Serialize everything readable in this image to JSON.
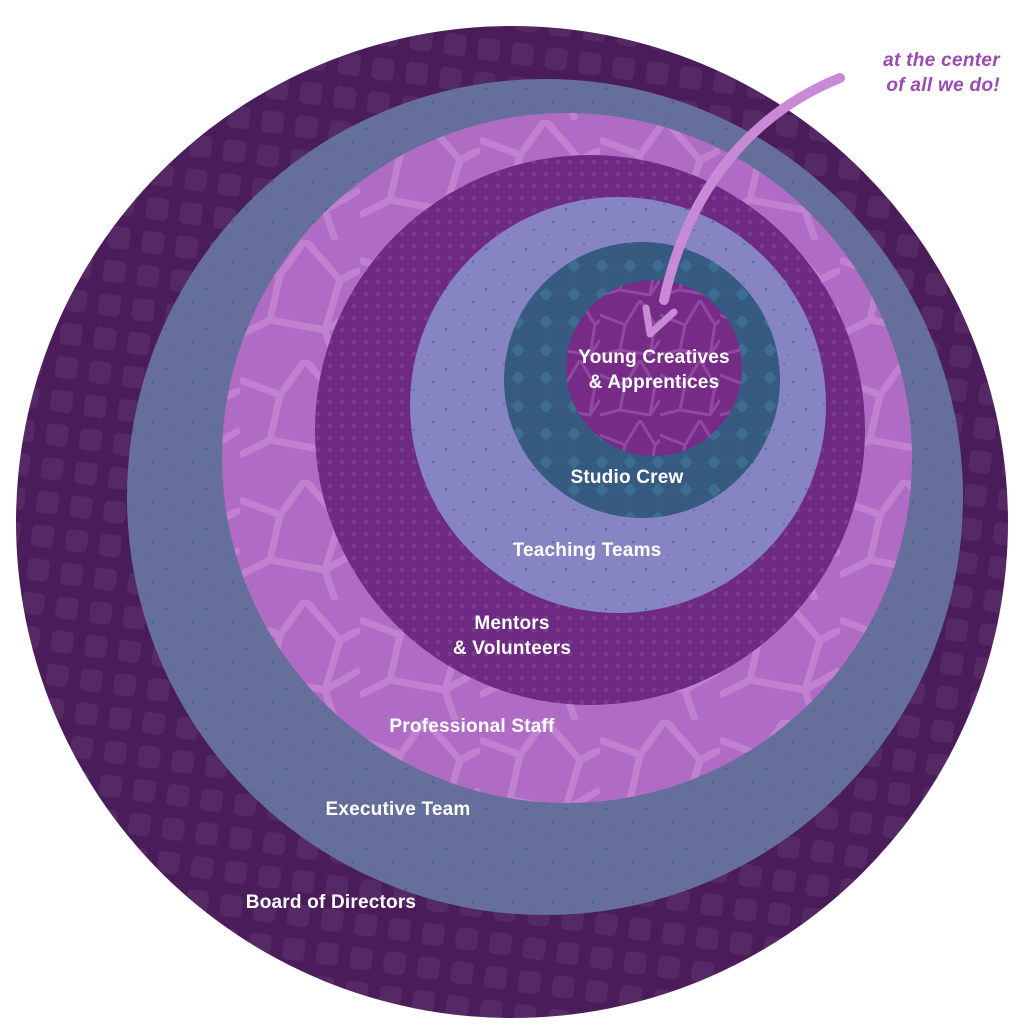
{
  "diagram": {
    "rings": [
      {
        "id": "board",
        "lines": [
          "Board of Directors"
        ],
        "color": "#4a1d5a"
      },
      {
        "id": "executive",
        "lines": [
          "Executive Team"
        ],
        "color": "#666e9c"
      },
      {
        "id": "professional",
        "lines": [
          "Professional Staff"
        ],
        "color": "#b06cc4"
      },
      {
        "id": "mentors",
        "lines": [
          "Mentors",
          "& Volunteers"
        ],
        "color": "#6e2a82"
      },
      {
        "id": "teaching",
        "lines": [
          "Teaching Teams"
        ],
        "color": "#8784c3"
      },
      {
        "id": "studio",
        "lines": [
          "Studio Crew"
        ],
        "color": "#365a80"
      },
      {
        "id": "center",
        "lines": [
          "Young Creatives",
          "& Apprentices"
        ],
        "color": "#762c86"
      }
    ],
    "callout": {
      "lines": [
        "at the center",
        "of all we do!"
      ],
      "color": "#9b4ab0",
      "arrow_color": "#c88ad6"
    }
  }
}
